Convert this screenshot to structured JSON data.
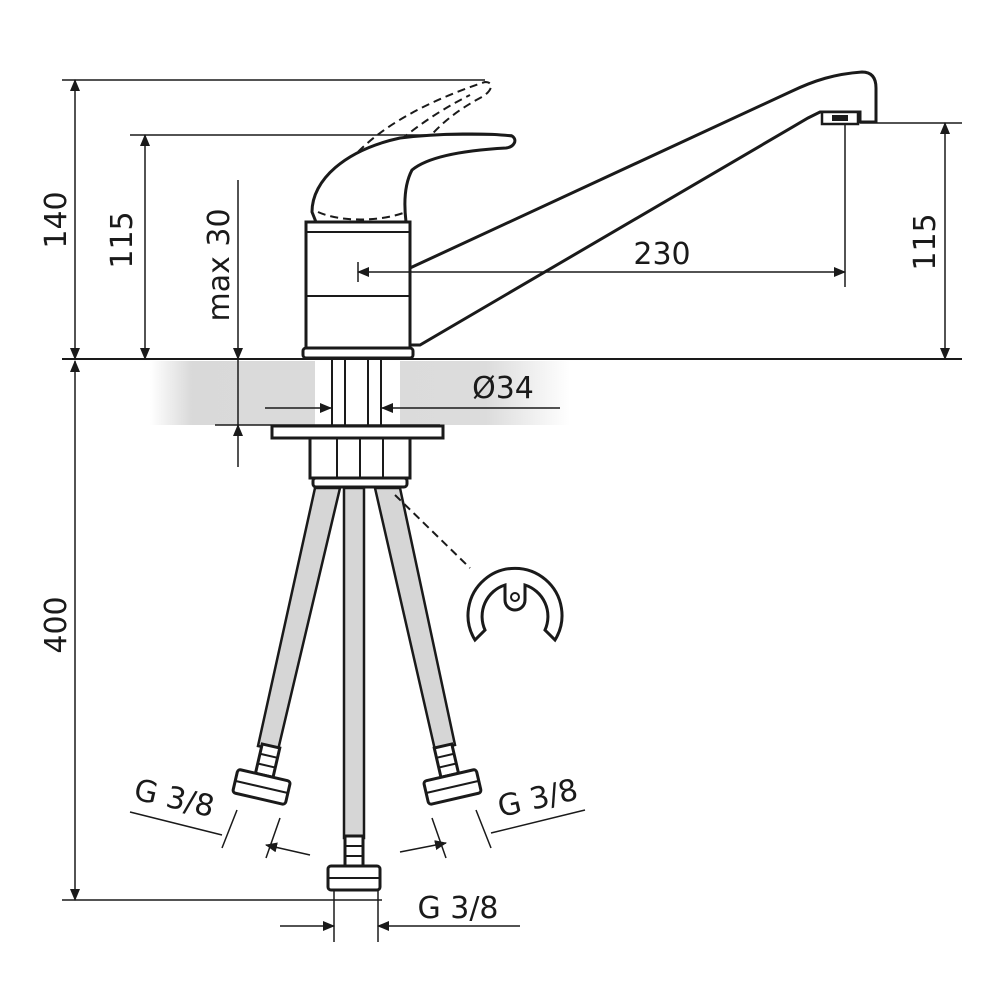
{
  "dimensions": {
    "total_height": "140",
    "handle_height": "115",
    "max_thickness": "max 30",
    "spout_height": "115",
    "spout_reach": "230",
    "hole_diameter": "Ø34",
    "hose_length": "400",
    "thread_left": "G 3/8",
    "thread_right": "G 3/8",
    "thread_bottom": "G 3/8"
  },
  "colors": {
    "line": "#1a1a1a",
    "countertop": "#d9d9d9",
    "hose": "#d6d6d6"
  }
}
